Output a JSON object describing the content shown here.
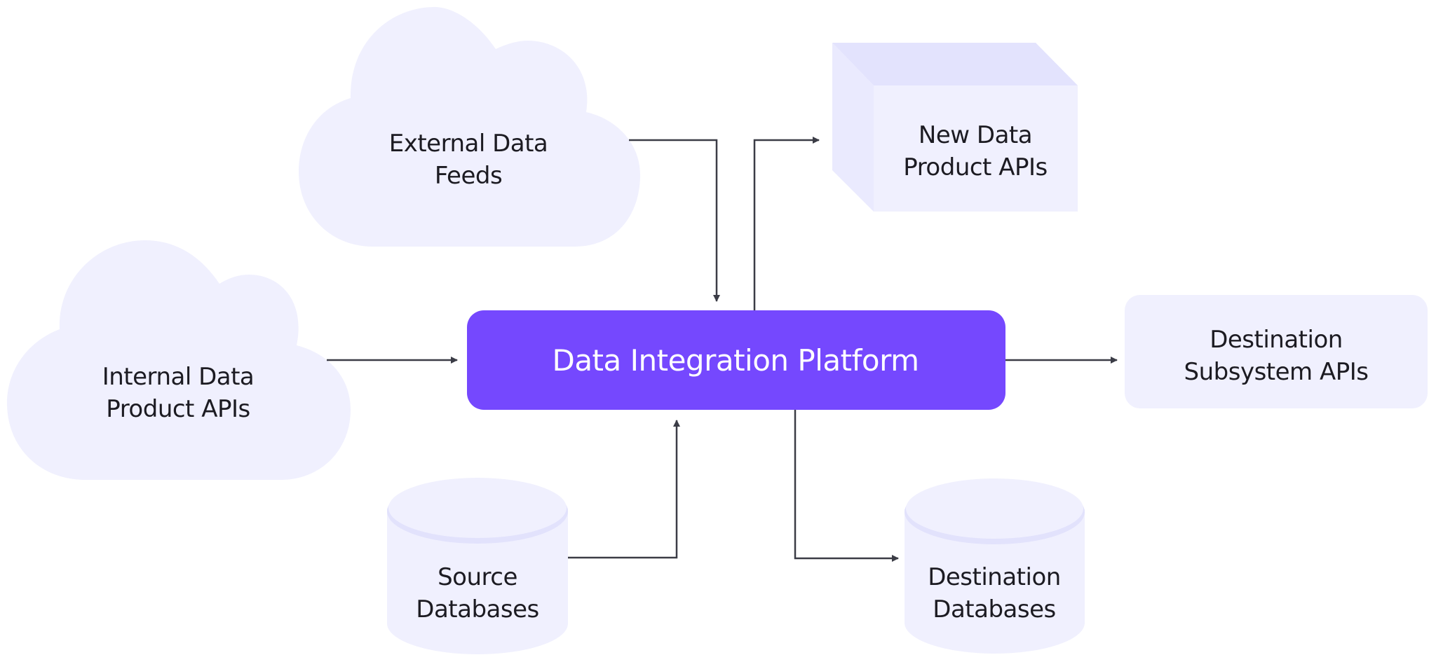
{
  "diagram": {
    "colors": {
      "node_fill": "#F0F0FE",
      "node_side_fill": "#EAEAFE",
      "node_top_fill": "#E3E3FD",
      "db_rim": "#E2E2FC",
      "central_fill": "#7548FE",
      "central_text": "#FFFFFF",
      "edge_color": "#3B3C46",
      "text_color": "#1C1B22"
    },
    "nodes": {
      "external_data_feeds": {
        "shape": "cloud",
        "lines": [
          "External Data",
          "Feeds"
        ]
      },
      "internal_data_product_apis": {
        "shape": "cloud",
        "lines": [
          "Internal Data",
          "Product APIs"
        ]
      },
      "new_data_product_apis": {
        "shape": "box-3d",
        "lines": [
          "New Data",
          "Product APIs"
        ]
      },
      "data_integration_platform": {
        "shape": "rounded-rect",
        "lines": [
          "Data Integration Platform"
        ]
      },
      "destination_subsystem_apis": {
        "shape": "rounded-rect",
        "lines": [
          "Destination",
          "Subsystem APIs"
        ]
      },
      "source_databases": {
        "shape": "cylinder",
        "lines": [
          "Source",
          "Databases"
        ]
      },
      "destination_databases": {
        "shape": "cylinder",
        "lines": [
          "Destination",
          "Databases"
        ]
      }
    },
    "edges": [
      {
        "from": "external_data_feeds",
        "to": "data_integration_platform"
      },
      {
        "from": "internal_data_product_apis",
        "to": "data_integration_platform"
      },
      {
        "from": "source_databases",
        "to": "data_integration_platform"
      },
      {
        "from": "data_integration_platform",
        "to": "new_data_product_apis"
      },
      {
        "from": "data_integration_platform",
        "to": "destination_subsystem_apis"
      },
      {
        "from": "data_integration_platform",
        "to": "destination_databases"
      }
    ]
  }
}
